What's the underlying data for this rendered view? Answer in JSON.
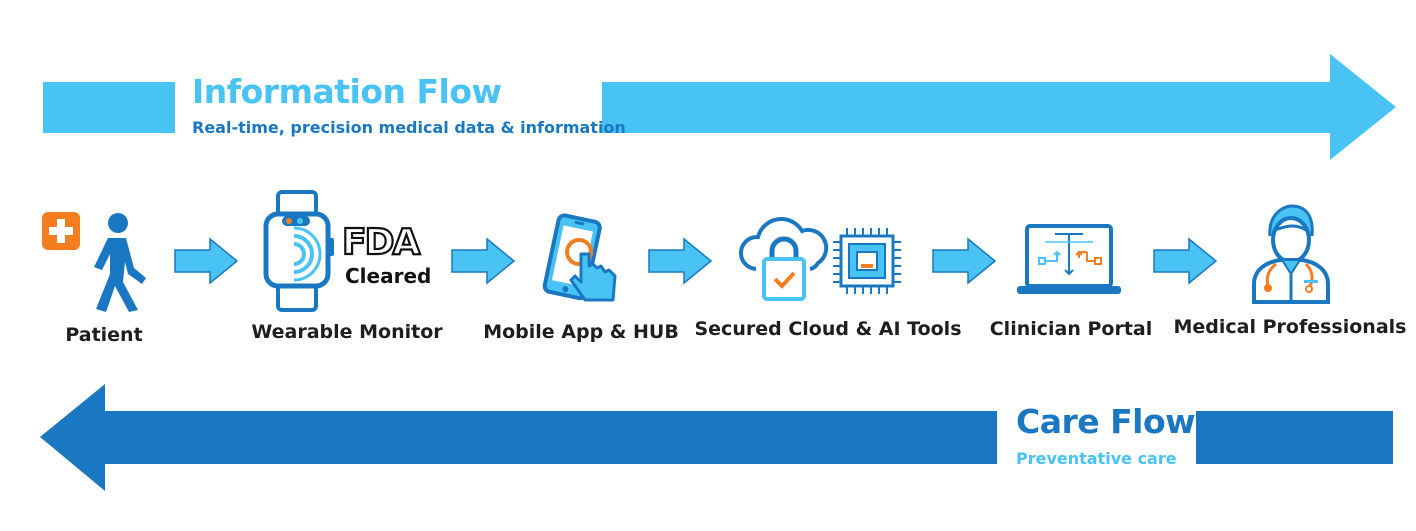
{
  "information_flow": {
    "title": "Information Flow",
    "subtitle": "Real-time, precision medical data & information"
  },
  "care_flow": {
    "title": "Care Flow",
    "subtitle": "Preventative care"
  },
  "fda": {
    "logo_text": "FDA",
    "cleared": "Cleared"
  },
  "stages": [
    {
      "label": "Patient",
      "icon": "walking-person-icon"
    },
    {
      "label": "Wearable Monitor",
      "icon": "smartwatch-icon"
    },
    {
      "label": "Mobile App & HUB",
      "icon": "smartphone-touch-icon"
    },
    {
      "label": "Secured Cloud & AI Tools",
      "icon": "cloud-lock-chip-icon"
    },
    {
      "label": "Clinician Portal",
      "icon": "laptop-chart-icon"
    },
    {
      "label": "Medical Professionals",
      "icon": "doctor-icon"
    }
  ],
  "colors": {
    "light_blue": "#49c3f4",
    "dark_blue": "#1a78c2",
    "orange": "#f47d20",
    "text": "#1e1e1e"
  }
}
